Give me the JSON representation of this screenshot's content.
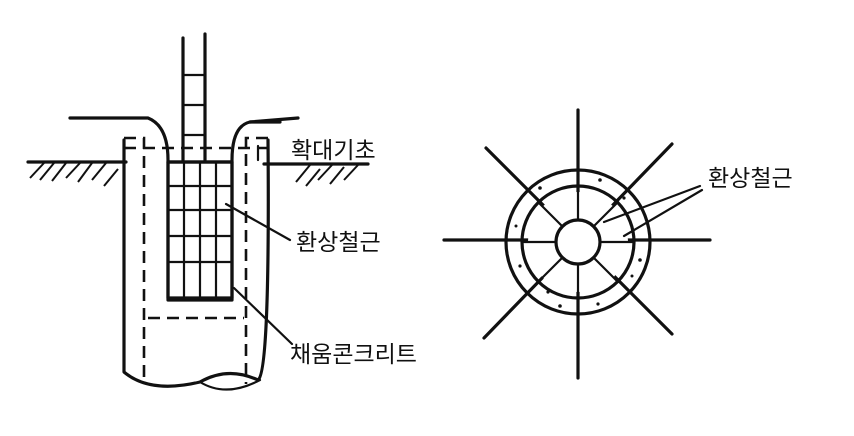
{
  "labels": {
    "expanded_footing": "확대기초",
    "ring_rebar_left": "환상철근",
    "fill_concrete": "채움콘크리트",
    "ring_rebar_right": "환상철근"
  },
  "icons": {
    "aggregate_dots": "concrete-aggregate-dots-icon",
    "ground_hatch": "soil-hatch-icon"
  }
}
